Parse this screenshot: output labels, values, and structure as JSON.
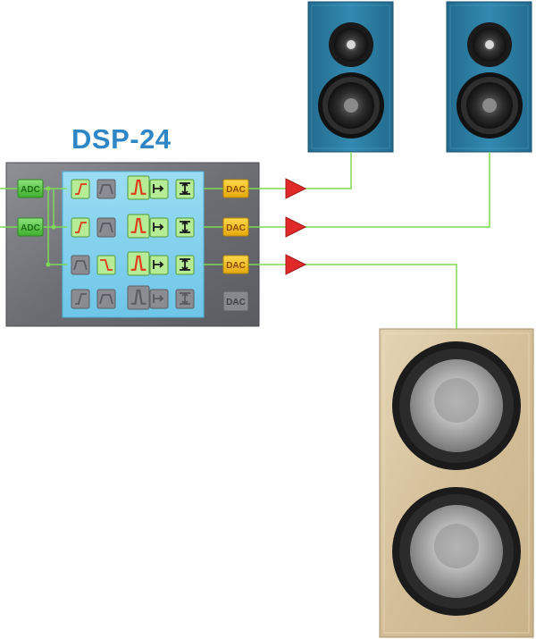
{
  "diagram": {
    "title": "DSP-24",
    "adc_labels": [
      "ADC",
      "ADC"
    ],
    "dac_labels": [
      "DAC",
      "DAC",
      "DAC",
      "DAC"
    ],
    "dac_active": [
      true,
      true,
      true,
      false
    ],
    "blocks": {
      "row1": [
        "highpass-icon",
        "bandpass-icon",
        "peak-eq-icon",
        "delay-icon",
        "gain-icon"
      ],
      "row2": [
        "highpass-icon",
        "bandpass-icon",
        "peak-eq-icon",
        "delay-icon",
        "gain-icon"
      ],
      "row3": [
        "bandpass-icon",
        "lowpass-icon",
        "peak-eq-icon",
        "delay-icon",
        "gain-icon"
      ],
      "row4": [
        "highpass-icon",
        "bandpass-icon",
        "peak-eq-icon",
        "delay-icon",
        "gain-icon"
      ]
    },
    "colors": {
      "title": "#2f86c6",
      "adc_fill": "#5fcf4a",
      "adc_text": "#1c6d12",
      "dac_fill": "#f2c21a",
      "dac_text": "#8a4b00",
      "panel": "#7fd0ef",
      "wire": "#7ed957",
      "amp": "#e02a2a",
      "speaker_blue": "#2f7fa4",
      "sub_wood": "#d8c6a4"
    }
  }
}
